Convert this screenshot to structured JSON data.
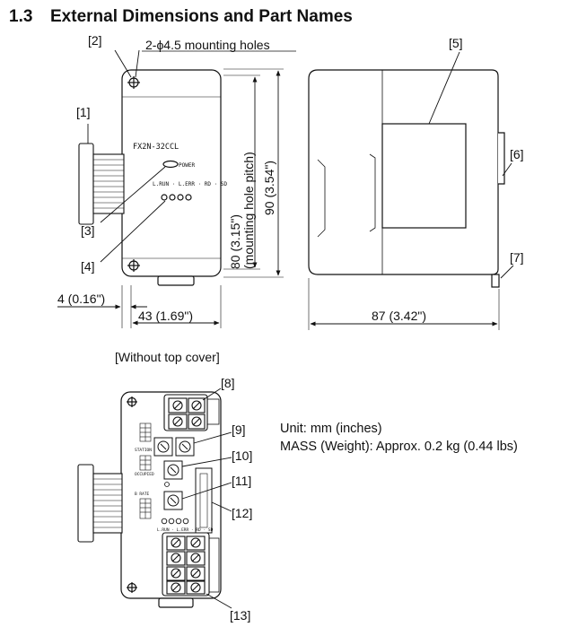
{
  "section": {
    "number": "1.3",
    "title": "External Dimensions and Part Names"
  },
  "top_view": {
    "mounting_holes": "2-ϕ4.5 mounting holes",
    "model": "FX2N-32CCL",
    "power_led": "POWER",
    "led_row": "L.RUN · L.ERR · RD · SD",
    "dim_height_pitch": "80 (3.15\")",
    "dim_height_pitch_note": "(mounting hole pitch)",
    "dim_height_total": "90 (3.54\")",
    "dim_depth_offset": "4 (0.16\")",
    "dim_width": "43 (1.69\")",
    "dim_side_depth": "87 (3.42\")"
  },
  "part_labels": {
    "p1": "[1]",
    "p2": "[2]",
    "p3": "[3]",
    "p4": "[4]",
    "p5": "[5]",
    "p6": "[6]",
    "p7": "[7]",
    "p8": "[8]",
    "p9": "[9]",
    "p10": "[10]",
    "p11": "[11]",
    "p12": "[12]",
    "p13": "[13]"
  },
  "bottom_view": {
    "caption": "[Without top cover]",
    "label_b_rate": "B RATE",
    "label_station": "STATION",
    "label_occupied": "OCCUPIED",
    "label_leds": "L.RUN · L.ERR · RD · SD"
  },
  "notes": {
    "unit": "Unit: mm (inches)",
    "mass": "MASS (Weight): Approx. 0.2 kg (0.44 lbs)"
  }
}
